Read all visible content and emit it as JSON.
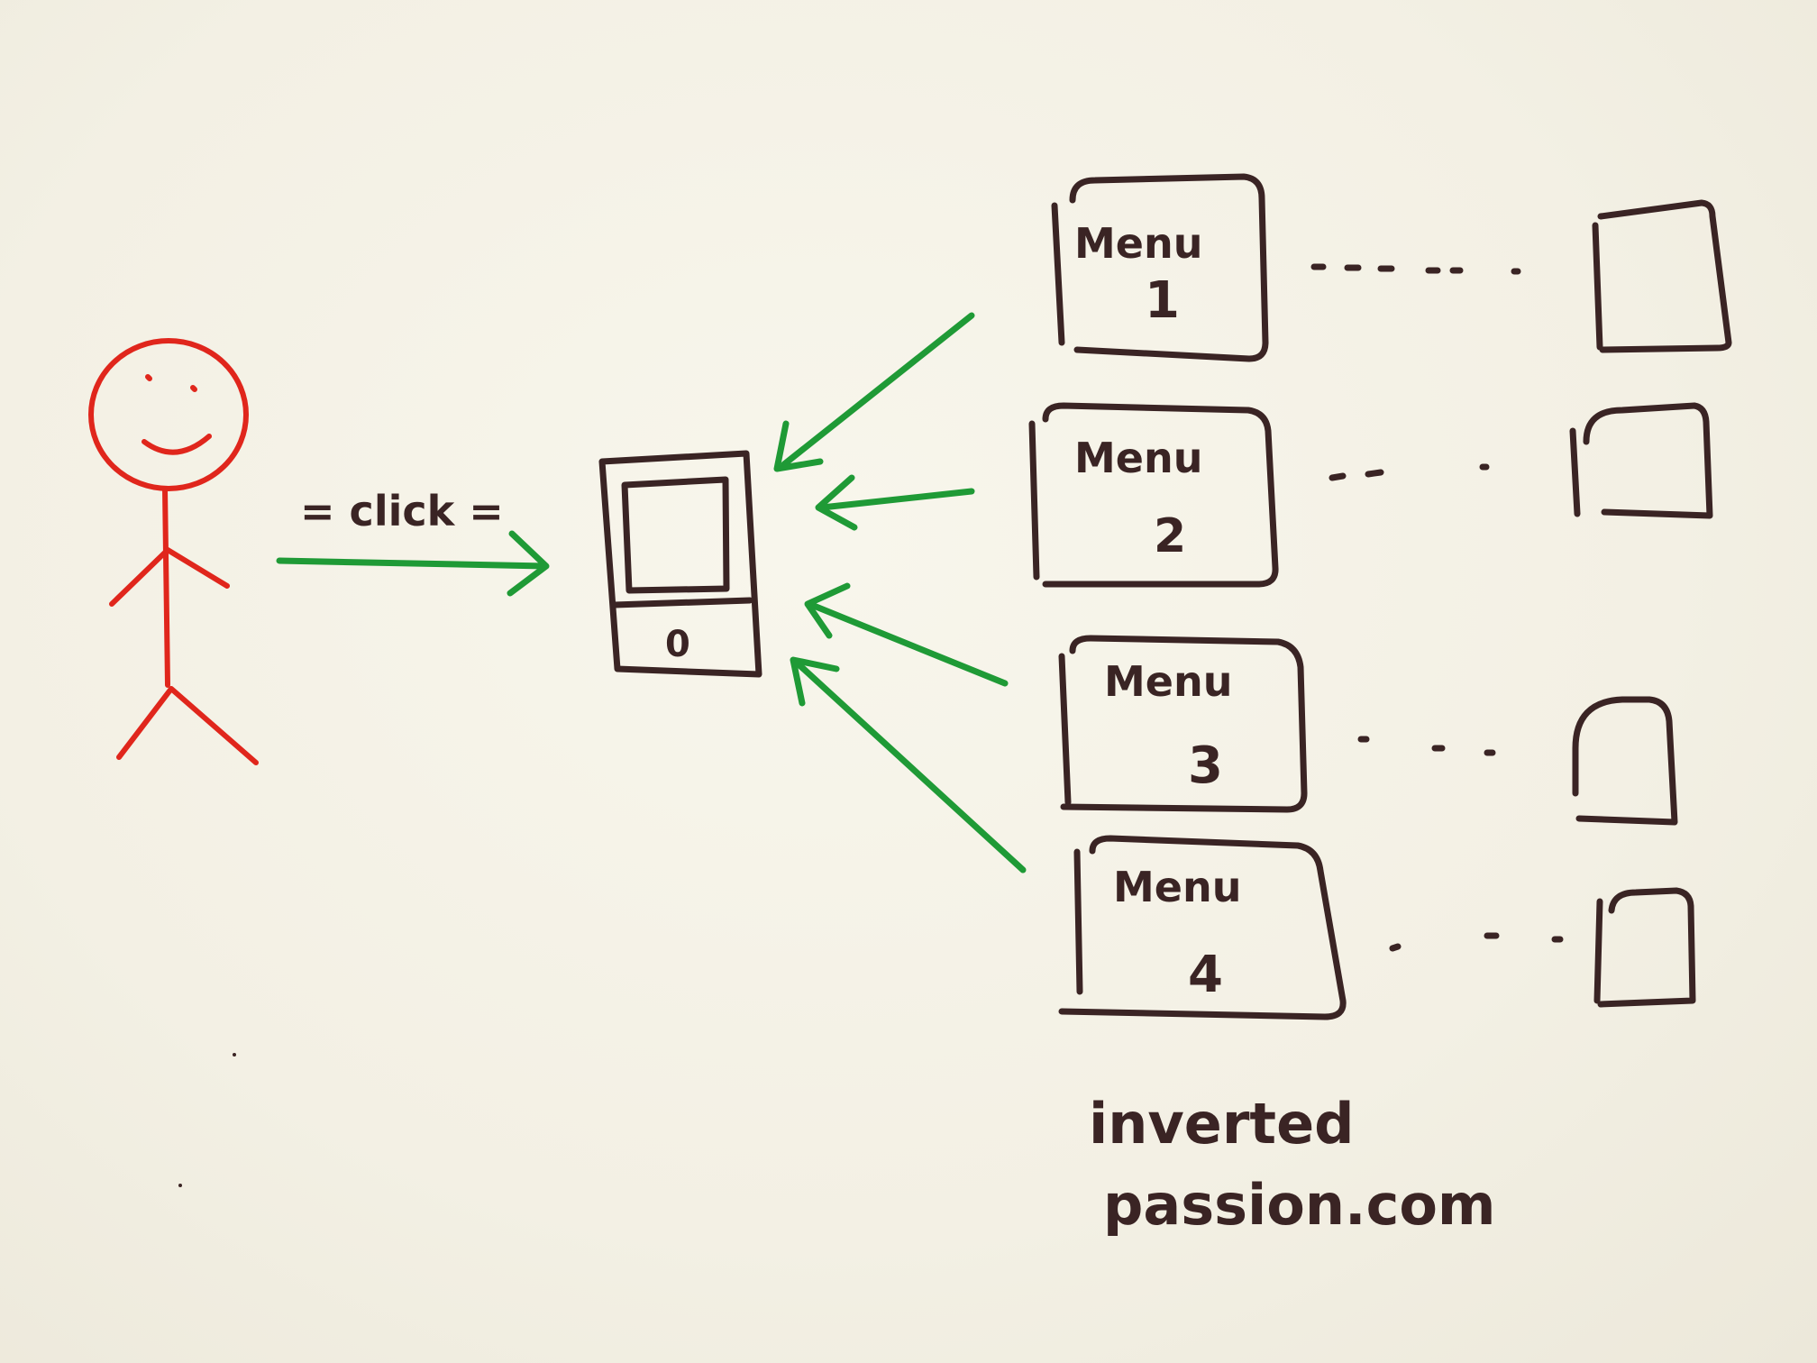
{
  "diagram": {
    "click_label": "= click =",
    "menus": [
      {
        "title": "Menu",
        "number": "1"
      },
      {
        "title": "Menu",
        "number": "2"
      },
      {
        "title": "Menu",
        "number": "3"
      },
      {
        "title": "Menu",
        "number": "4"
      }
    ],
    "phone_button_label": "0",
    "footer_line1": "inverted",
    "footer_line2": "passion.com"
  },
  "colors": {
    "paper": "#f4f1e6",
    "ink_brown": "#3a2424",
    "ink_red": "#e0261c",
    "ink_green": "#1f9a36"
  },
  "icons": [
    "stick-figure-icon",
    "phone-icon",
    "arrow-icon",
    "page-icon"
  ]
}
